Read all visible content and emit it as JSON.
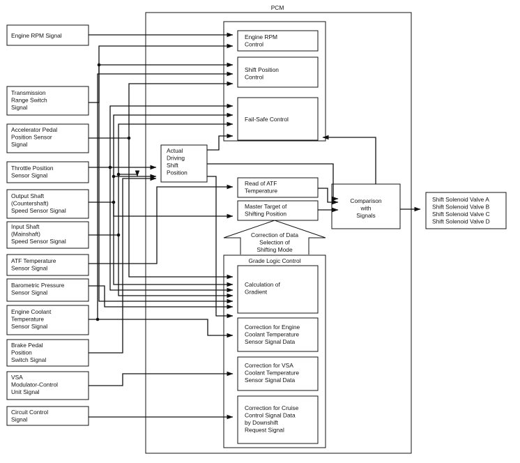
{
  "pcm_label": "PCM",
  "inputs": [
    {
      "id": "in1",
      "lines": [
        "Engine RPM Signal"
      ]
    },
    {
      "id": "in2",
      "lines": [
        "Transmission",
        "Range Switch",
        "Signal"
      ]
    },
    {
      "id": "in3",
      "lines": [
        "Accelerator Pedal",
        "Position Sensor",
        "Signal"
      ]
    },
    {
      "id": "in4",
      "lines": [
        "Throttle Position",
        "Sensor Signal"
      ]
    },
    {
      "id": "in5",
      "lines": [
        "Output Shaft",
        "(Countershaft)",
        "Speed Sensor Signal"
      ]
    },
    {
      "id": "in6",
      "lines": [
        "Input Shaft",
        "(Mainshaft)",
        "Speed Sensor Signal"
      ]
    },
    {
      "id": "in7",
      "lines": [
        "ATF Temperature",
        "Sensor Signal"
      ]
    },
    {
      "id": "in8",
      "lines": [
        "Barometric Pressure",
        "Sensor Signal"
      ]
    },
    {
      "id": "in9",
      "lines": [
        "Engine Coolant",
        "Temperature",
        "Sensor Signal"
      ]
    },
    {
      "id": "in10",
      "lines": [
        "Brake Pedal",
        "Position",
        "Switch Signal"
      ]
    },
    {
      "id": "in11",
      "lines": [
        "VSA",
        "Modulator-Control",
        "Unit Signal"
      ]
    },
    {
      "id": "in12",
      "lines": [
        "Circuit Control",
        "Signal"
      ]
    }
  ],
  "blocks": [
    {
      "id": "engine_rpm_control",
      "lines": [
        "Engine RPM",
        "Control"
      ]
    },
    {
      "id": "shift_position_control",
      "lines": [
        "Shift Position",
        "Control"
      ]
    },
    {
      "id": "fail_safe_control",
      "lines": [
        "Fail-Safe Control"
      ]
    },
    {
      "id": "actual_driving_shift_position",
      "lines": [
        "Actual",
        "Driving",
        "Shift",
        "Position"
      ]
    },
    {
      "id": "read_atf_temp",
      "lines": [
        "Read of ATF",
        "Temperature"
      ]
    },
    {
      "id": "master_target",
      "lines": [
        "Master Target of",
        "Shifting Position"
      ]
    },
    {
      "id": "comparison",
      "lines": [
        "Comparison",
        "with",
        "Signals"
      ]
    },
    {
      "id": "calc_gradient",
      "lines": [
        "Calculation of",
        "Gradient"
      ]
    },
    {
      "id": "corr_engine_coolant",
      "lines": [
        "Correction for Engine",
        "Coolant Temperature",
        "Sensor Signal Data"
      ]
    },
    {
      "id": "corr_vsa",
      "lines": [
        "Correction for VSA",
        "Coolant Temperature",
        "Sensor Signal Data"
      ]
    },
    {
      "id": "corr_cruise",
      "lines": [
        "Correction for Cruise",
        "Control Signal Data",
        "by Downshift",
        "Request Signal"
      ]
    }
  ],
  "grade_logic_label": "Grade Logic Control",
  "correction_note": [
    "Correction of Data",
    "Selection of",
    "Shifting Mode"
  ],
  "output": {
    "lines": [
      "Shift Solenoid Valve A",
      "Shift Solenoid Valve B",
      "Shift Solenoid Valve C",
      "Shift Solenoid Valve D"
    ]
  }
}
